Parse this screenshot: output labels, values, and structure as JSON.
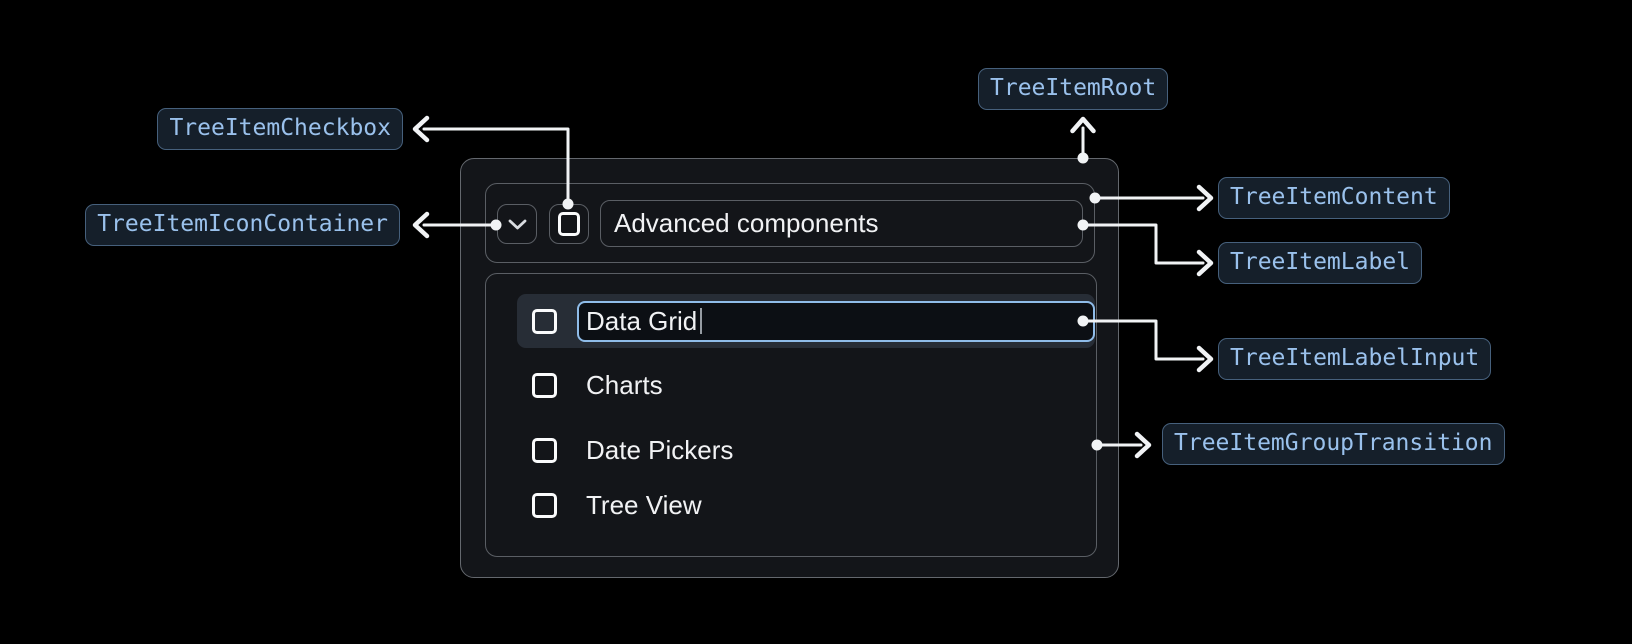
{
  "diagram": {
    "badges": {
      "root": "TreeItemRoot",
      "content": "TreeItemContent",
      "label": "TreeItemLabel",
      "label_input": "TreeItemLabelInput",
      "group_transition": "TreeItemGroupTransition",
      "checkbox": "TreeItemCheckbox",
      "icon_container": "TreeItemIconContainer"
    }
  },
  "tree_item": {
    "parent_label": "Advanced components",
    "expand_icon": "chevron-down-icon",
    "parent_checkbox_state": "unchecked",
    "editing_child": {
      "input_value": "Data Grid",
      "checkbox_state": "unchecked"
    },
    "children": [
      {
        "label": "Charts",
        "checkbox_state": "unchecked"
      },
      {
        "label": "Date Pickers",
        "checkbox_state": "unchecked"
      },
      {
        "label": "Tree View",
        "checkbox_state": "unchecked"
      }
    ]
  },
  "colors": {
    "background": "#000000",
    "accent_blue": "#8fbce9",
    "badge_text": "#9ac1ec",
    "badge_bg": "#151f2a",
    "badge_border": "#46607c",
    "panel_bg": "#131519",
    "panel_border": "#5a5e64",
    "row_highlight": "#272d36",
    "connector": "#f1f3f5"
  }
}
